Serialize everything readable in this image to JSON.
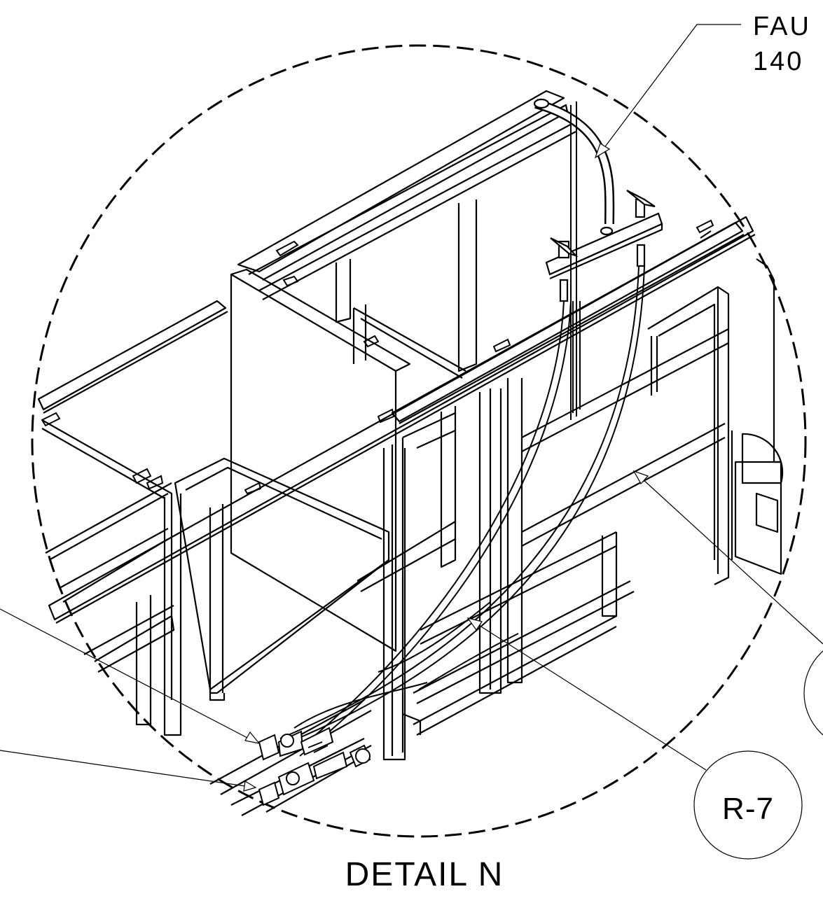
{
  "drawing": {
    "detail_label": "DETAIL N",
    "callouts": {
      "faucet_line1": "FAU",
      "faucet_line2": "140",
      "r7": "R-7"
    }
  }
}
